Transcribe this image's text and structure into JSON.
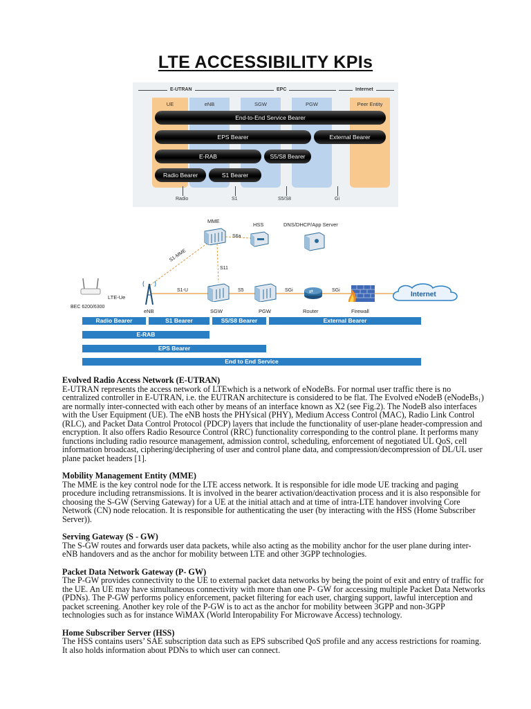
{
  "title": "LTE ACCESSIBILITY KPIs",
  "diagram1": {
    "regions": [
      "E-UTRAN",
      "EPC",
      "Internet"
    ],
    "columns": [
      "UE",
      "eNB",
      "SGW",
      "PGW",
      "Peer Entity"
    ],
    "bearers": {
      "end_to_end": "End-to-End Service Bearer",
      "eps": "EPS Bearer",
      "external": "External Bearer",
      "erab": "E-RAB",
      "s5s8": "S5/S8 Bearer",
      "radio": "Radio Bearer",
      "s1": "S1 Bearer"
    },
    "interfaces": [
      "Radio",
      "S1",
      "S5/S8",
      "Gi"
    ]
  },
  "diagram2": {
    "nodes": {
      "mme": "MME",
      "hss": "HSS",
      "dns": "DNS/DHCP/App Server",
      "lte_ue": "LTE-Ue",
      "bec": "BEC 6200/6300",
      "enb": "eNB",
      "sgw": "SGW",
      "pgw": "PGW",
      "router": "Router",
      "firewall": "Firewall",
      "internet": "Internet"
    },
    "links": {
      "s6a": "S6a",
      "s1mme": "S1-MME",
      "s11": "S11",
      "s1u": "S1-U",
      "s5": "S5",
      "sgi1": "SGi",
      "sgi2": "SGi"
    },
    "bars": {
      "radio": "Radio Bearer",
      "s1": "S1 Bearer",
      "s5s8": "S5/S8 Bearer",
      "external": "External Bearer",
      "erab": "E-RAB",
      "eps": "EPS Bearer",
      "e2e": "End to End Service"
    }
  },
  "sections": [
    {
      "heading": "Evolved Radio Access Network (E-UTRAN)",
      "body": "E-UTRAN represents the access network of LTEwhich is a network of eNodeBs. For normal user traffic there is no centralized controller in E-UTRAN, i.e. the EUTRAN architecture is considered to be flat. The Evolved eNodeB (eNodeBs₁) are normally inter-connected with each other by means of an interface known as X2 (see Fig.2). The NodeB also interfaces with the User Equipment (UE). The eNB hosts the PHYsical (PHY), Medium Access Control (MAC), Radio Link Control (RLC), and Packet Data Control Protocol (PDCP) layers that include the functionality of user-plane header-compression and encryption. It also offers Radio Resource Control (RRC) functionality corresponding to the control plane. It performs many functions including radio resource management, admission control, scheduling, enforcement of negotiated UL QoS, cell information broadcast, ciphering/deciphering of user and control plane data, and compression/decompression of DL/UL user plane packet headers [1]."
    },
    {
      "heading": "Mobility Management Entity (MME)",
      "body": "The MME is the key control node for the LTE access network. It is responsible for idle mode UE tracking and paging procedure including retransmissions. It is involved in the bearer activation/deactivation process and it is also responsible for choosing the S-GW (Serving Gateway) for a UE at the initial attach and at time of intra-LTE handover involving Core Network (CN) node relocation. It is responsible for authenticating the user (by interacting with the HSS (Home Subscriber Server))."
    },
    {
      "heading": "Serving Gateway (S - GW)",
      "body": "The S-GW routes and forwards user data packets, while also acting as the mobility anchor for the user plane during inter-eNB handovers and as the anchor for mobility between LTE and other 3GPP technologies."
    },
    {
      "heading": "Packet Data Network Gateway (P- GW)",
      "body": "The P-GW provides connectivity to the UE to external packet data networks by being the point of exit and entry of traffic for the UE. An UE may have simultaneous connectivity with more than one P- GW for accessing multiple Packet Data Networks (PDNs). The P-GW performs policy enforcement, packet filtering for each user, charging support, lawful interception and packet screening. Another key role of the P-GW is to act as the anchor for mobility between 3GPP and non-3GPP technologies such as for instance WiMAX (World Interopability For Microwave Access) technology."
    },
    {
      "heading": "Home Subscriber Server (HSS)",
      "body": "The HSS contains users’ SAE subscription data such as EPS subscribed QoS profile and any access restrictions for roaming. It also holds information about PDNs to which user can connect."
    }
  ]
}
